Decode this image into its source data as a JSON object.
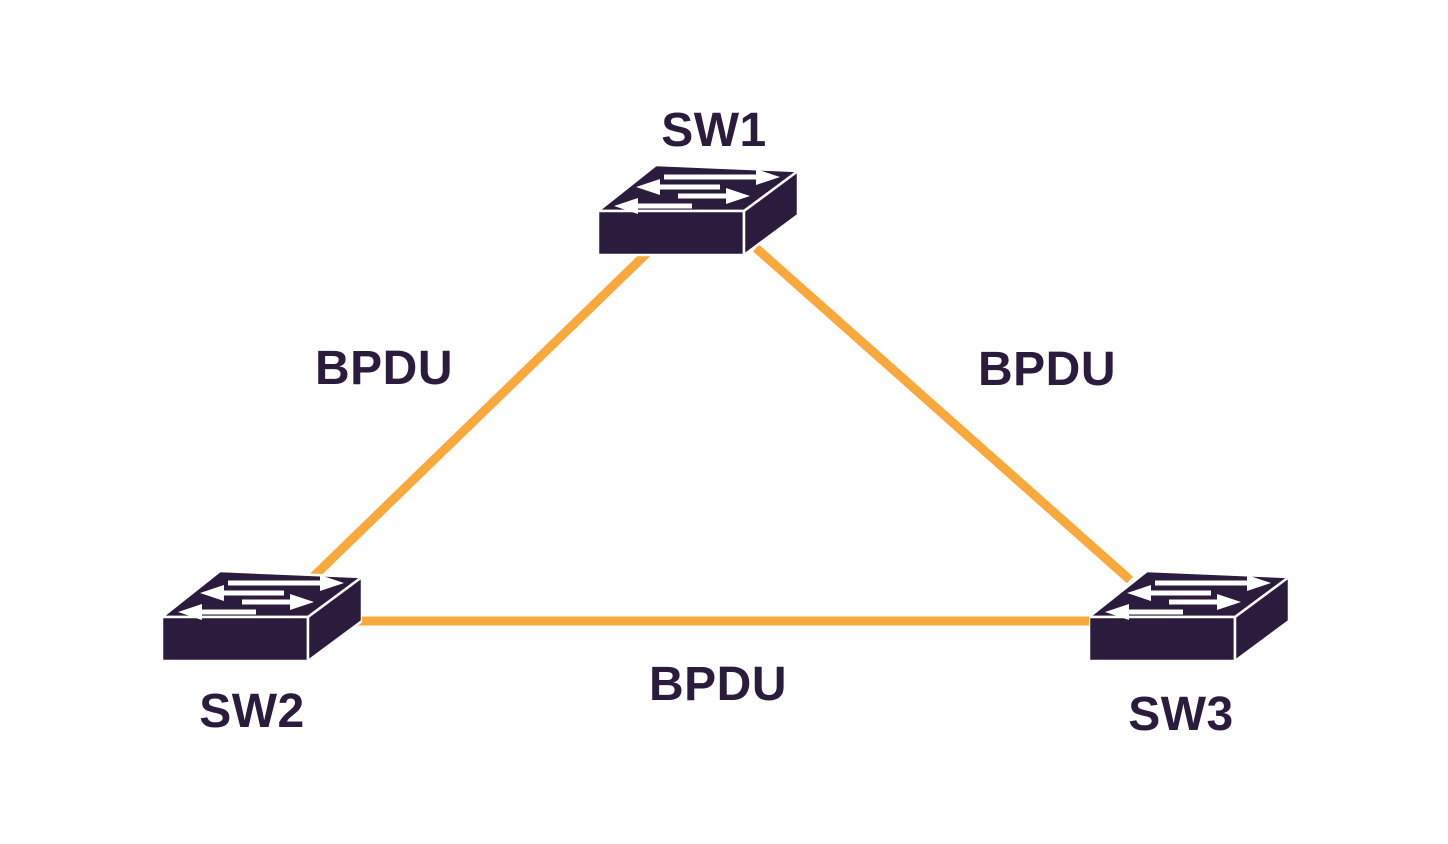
{
  "diagram": {
    "type": "network-topology",
    "background": "#FFFFFF",
    "colors": {
      "link": "#F9A93C",
      "node_fill": "#2B1C3E",
      "label_text": "#2B1C3E",
      "node_arrows": "#FFFFFF"
    },
    "nodes": [
      {
        "id": "SW1",
        "label": "SW1",
        "icon": "network-switch-icon",
        "position": "top-center"
      },
      {
        "id": "SW2",
        "label": "SW2",
        "icon": "network-switch-icon",
        "position": "bottom-left"
      },
      {
        "id": "SW3",
        "label": "SW3",
        "icon": "network-switch-icon",
        "position": "bottom-right"
      }
    ],
    "links": [
      {
        "from": "SW1",
        "to": "SW2",
        "label": "BPDU"
      },
      {
        "from": "SW1",
        "to": "SW3",
        "label": "BPDU"
      },
      {
        "from": "SW2",
        "to": "SW3",
        "label": "BPDU"
      }
    ]
  }
}
